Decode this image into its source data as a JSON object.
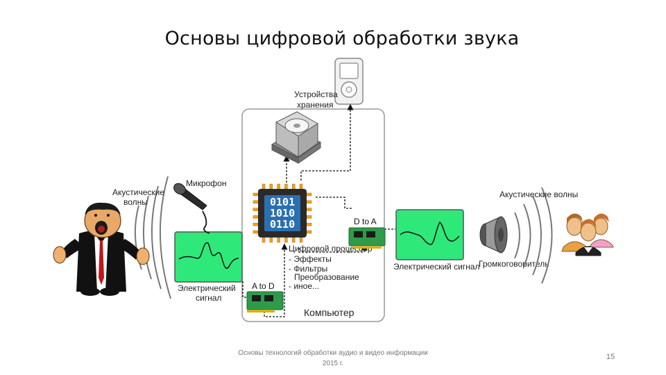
{
  "title": "Основы цифровой обработки звука",
  "labels": {
    "storage_line1": "Устройства",
    "storage_line2": "хранения",
    "acoustic_left_line1": "Акустические",
    "acoustic_left_line2": "волны",
    "microphone": "Микрофон",
    "electric_left_line1": "Электрический",
    "electric_left_line2": "сигнал",
    "a_to_d": "A to D",
    "d_to_a": "D to A",
    "computer": "Компьютер",
    "dsp_title": "Цифровой процессор",
    "dsp_items": [
      "- Эффекты",
      "- Фильтры",
      "Преобразование",
      "- иное..."
    ],
    "chip_bits": [
      "0101",
      "1010",
      "0110"
    ],
    "electric_right": "Электрический сигнал",
    "speaker": "Громкоговоритель",
    "acoustic_right": "Акустические волны"
  },
  "footer": {
    "line1": "Основы технологий обработки аудио и видео информации",
    "line2": "2015 г."
  },
  "page_number": "15"
}
